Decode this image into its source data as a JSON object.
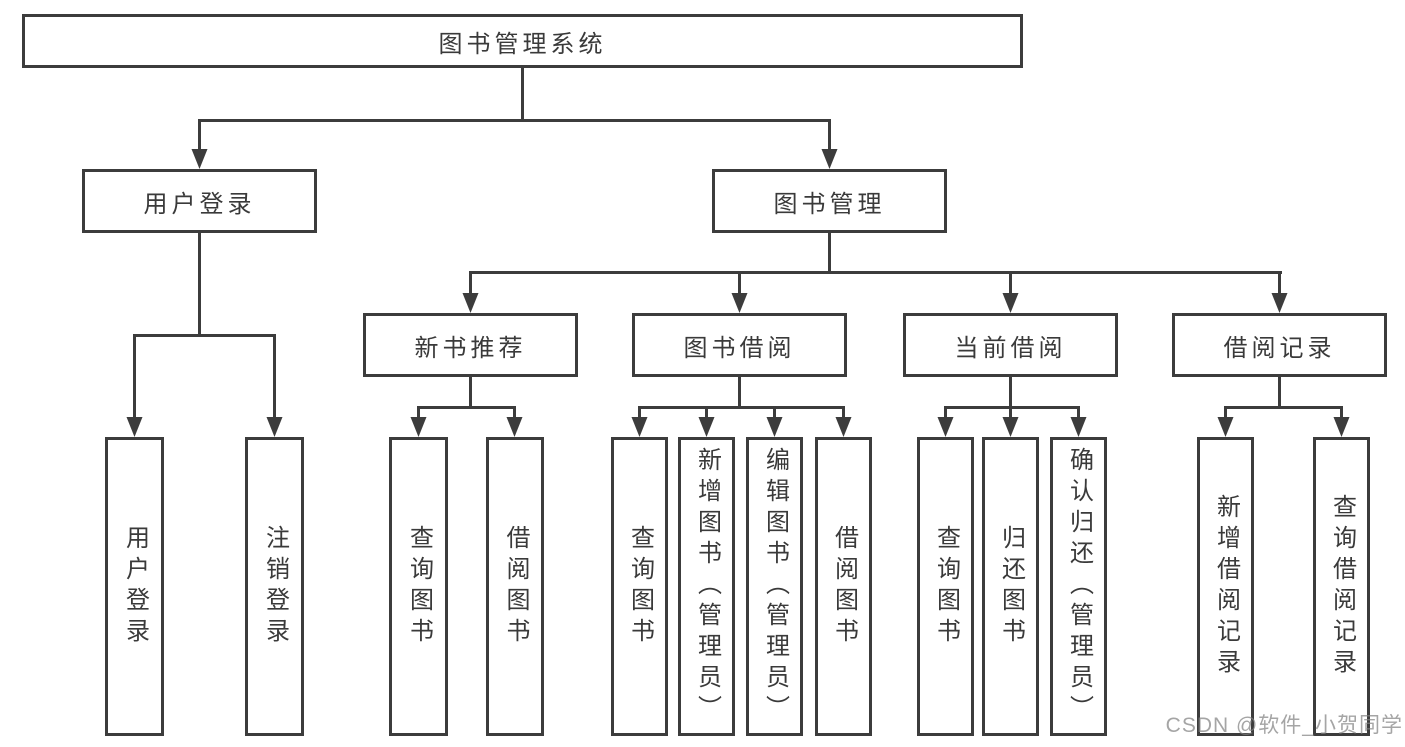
{
  "diagram": {
    "root": "图书管理系统",
    "branches": [
      {
        "label": "用户登录",
        "children": [
          "用户登录",
          "注销登录"
        ]
      },
      {
        "label": "图书管理",
        "sub": [
          {
            "label": "新书推荐",
            "children": [
              "查询图书",
              "借阅图书"
            ]
          },
          {
            "label": "图书借阅",
            "children": [
              "查询图书",
              "新增图书（管理员）",
              "编辑图书（管理员）",
              "借阅图书"
            ]
          },
          {
            "label": "当前借阅",
            "children": [
              "查询图书",
              "归还图书",
              "确认归还（管理员）"
            ]
          },
          {
            "label": "借阅记录",
            "children": [
              "新增借阅记录",
              "查询借阅记录"
            ]
          }
        ]
      }
    ]
  },
  "watermark": "CSDN @软件_小贺同学",
  "colors": {
    "line": "#3c3c3c",
    "text": "#3a3a3a",
    "box_background": "#ffffff",
    "page_background": "#ffffff",
    "watermark": "#828282"
  }
}
